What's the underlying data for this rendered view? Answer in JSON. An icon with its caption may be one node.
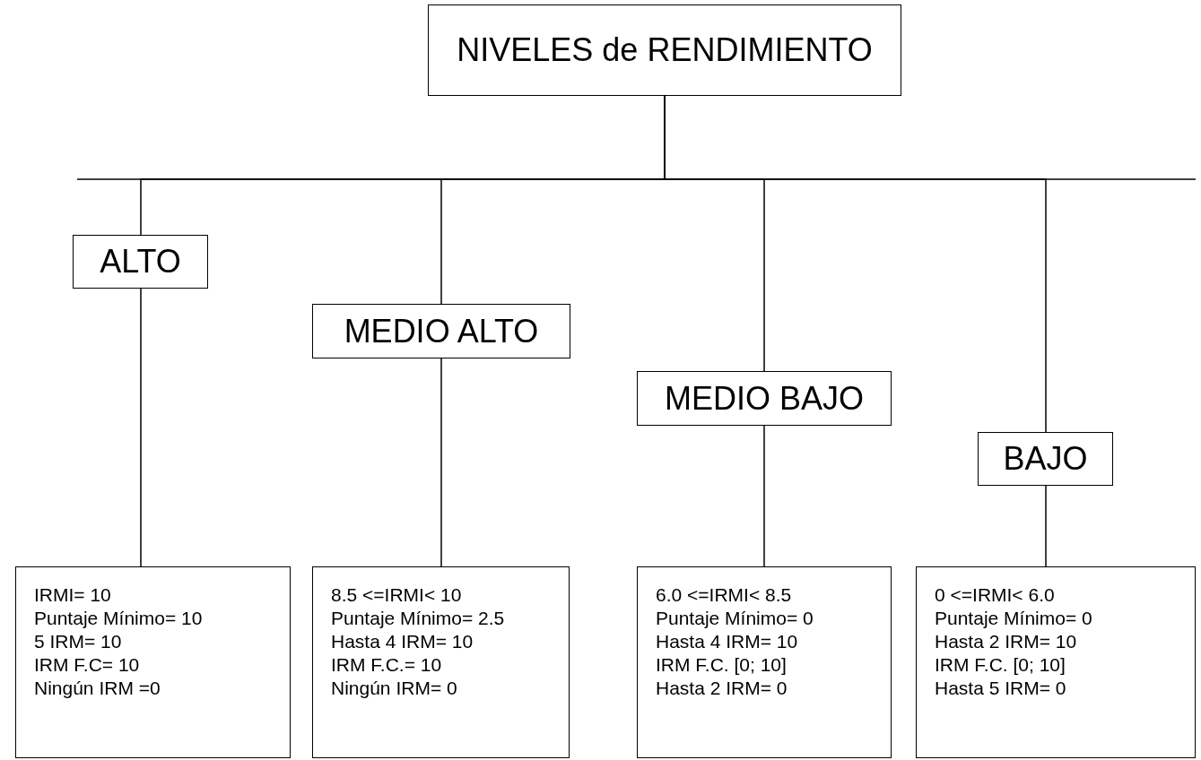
{
  "diagram": {
    "nodes": [
      {
        "text": [
          "NIVELES de RENDIMIENTO"
        ]
      },
      {
        "text": [
          "ALTO"
        ]
      },
      {
        "text": [
          "MEDIO ALTO"
        ]
      },
      {
        "text": [
          "MEDIO BAJO"
        ]
      },
      {
        "text": [
          "BAJO"
        ]
      },
      {
        "text": [
          "IRMI= 10",
          "Puntaje Mínimo= 10",
          "5 IRM= 10",
          "IRM F.C= 10",
          "Ningún IRM =0"
        ]
      },
      {
        "text": [
          "8.5 <=IRMI< 10",
          "Puntaje Mínimo= 2.5",
          "Hasta 4 IRM= 10",
          "IRM F.C.= 10",
          "Ningún IRM= 0"
        ]
      },
      {
        "text": [
          "6.0 <=IRMI< 8.5",
          "Puntaje Mínimo= 0",
          "Hasta 4 IRM= 10",
          "IRM F.C. [0; 10]",
          "Hasta 2 IRM= 0"
        ]
      },
      {
        "text": [
          "0 <=IRMI< 6.0",
          "Puntaje Mínimo= 0",
          "Hasta 2 IRM= 10",
          "IRM F.C. [0; 10]",
          "Hasta 5 IRM= 0"
        ]
      }
    ],
    "edges": [
      {
        "from": 0,
        "to": 1,
        "arrow": "none"
      },
      {
        "from": 0,
        "to": 2,
        "arrow": "none"
      },
      {
        "from": 0,
        "to": 3,
        "arrow": "none"
      },
      {
        "from": 0,
        "to": 4,
        "arrow": "none"
      },
      {
        "from": 1,
        "to": 5,
        "arrow": "none"
      },
      {
        "from": 2,
        "to": 6,
        "arrow": "none"
      },
      {
        "from": 3,
        "to": 7,
        "arrow": "none"
      },
      {
        "from": 4,
        "to": 8,
        "arrow": "none"
      }
    ]
  }
}
